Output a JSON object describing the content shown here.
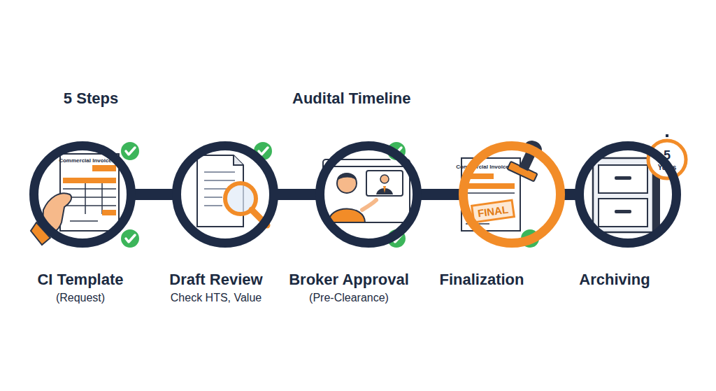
{
  "diagram": {
    "title": "Audital Timeline",
    "nodes": [
      {
        "text": [
          "CI Template",
          "(Request)"
        ]
      },
      {
        "text": [
          "Draft Review",
          "Check HTS, Value"
        ]
      },
      {
        "text": [
          "Broker Approval",
          "(Pre-Clearance)"
        ]
      },
      {
        "text": [
          "Finalization"
        ]
      },
      {
        "text": [
          "Archiving"
        ]
      }
    ],
    "edges": [
      {
        "from": 0,
        "to": 1,
        "arrow": "none"
      },
      {
        "from": 1,
        "to": 2,
        "arrow": "none"
      },
      {
        "from": 2,
        "to": 3,
        "arrow": "none"
      },
      {
        "from": 3,
        "to": 4,
        "arrow": "none"
      }
    ],
    "labels": [
      "5 Steps",
      "Commercial Invoice",
      "Commercial Invoice",
      "FINAL",
      "5",
      "Years"
    ]
  }
}
